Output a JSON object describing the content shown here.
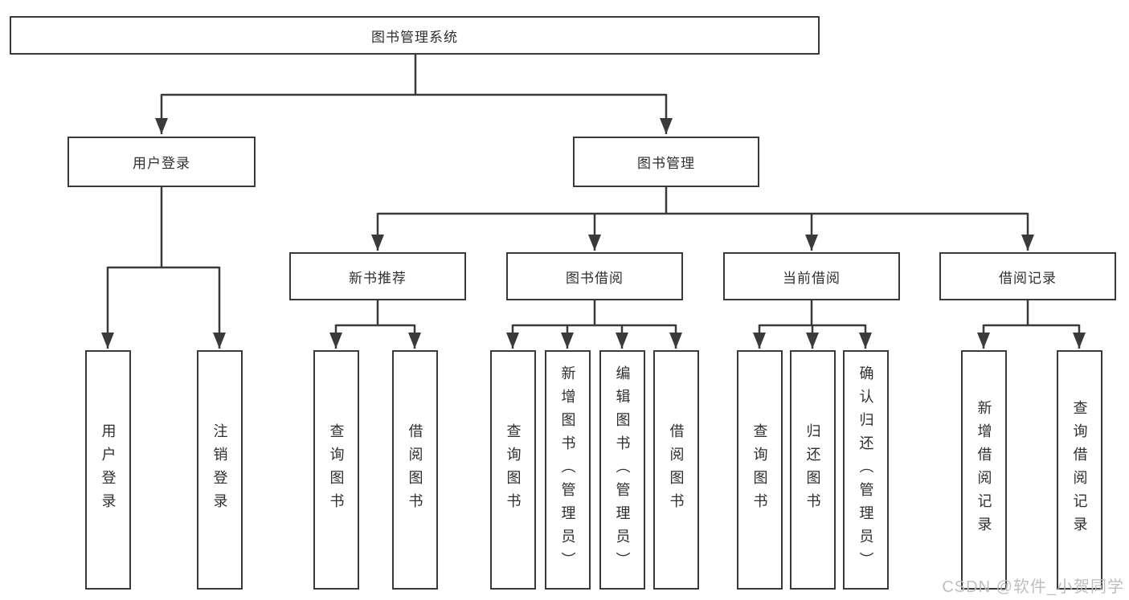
{
  "colors": {
    "line": "#3a3a3a",
    "box_border": "#3a3a3a",
    "box_background": "#ffffff",
    "text": "#2f2f2f",
    "watermark": "#bcbcbc"
  },
  "diagram": {
    "root_label": "图书管理系统",
    "level1": [
      {
        "label": "用户登录"
      },
      {
        "label": "图书管理"
      }
    ],
    "level2": [
      {
        "label": "新书推荐",
        "parent": "图书管理"
      },
      {
        "label": "图书借阅",
        "parent": "图书管理"
      },
      {
        "label": "当前借阅",
        "parent": "图书管理"
      },
      {
        "label": "借阅记录",
        "parent": "图书管理"
      }
    ],
    "leaves": [
      {
        "label": "用户登录",
        "parent": "用户登录"
      },
      {
        "label": "注销登录",
        "parent": "用户登录"
      },
      {
        "label": "查询图书",
        "parent": "新书推荐"
      },
      {
        "label": "借阅图书",
        "parent": "新书推荐"
      },
      {
        "label": "查询图书",
        "parent": "图书借阅"
      },
      {
        "label": "新增图书（管理员）",
        "parent": "图书借阅"
      },
      {
        "label": "编辑图书（管理员）",
        "parent": "图书借阅"
      },
      {
        "label": "借阅图书",
        "parent": "图书借阅"
      },
      {
        "label": "查询图书",
        "parent": "当前借阅"
      },
      {
        "label": "归还图书",
        "parent": "当前借阅"
      },
      {
        "label": "确认归还（管理员）",
        "parent": "当前借阅"
      },
      {
        "label": "新增借阅记录",
        "parent": "借阅记录"
      },
      {
        "label": "查询借阅记录",
        "parent": "借阅记录"
      }
    ]
  },
  "watermark": {
    "text": "CSDN @软件_小贺同学"
  }
}
